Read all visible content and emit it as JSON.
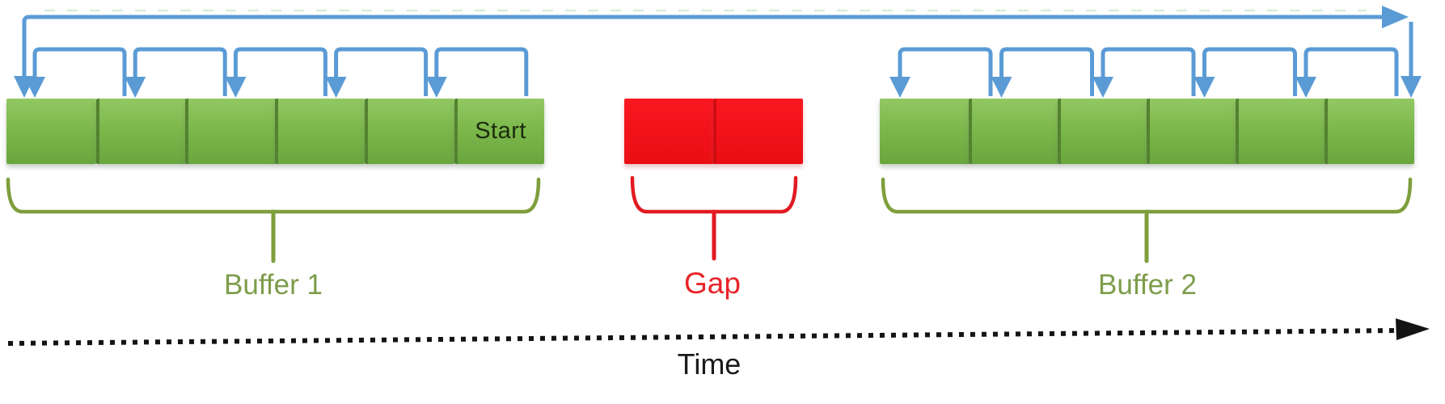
{
  "diagram": {
    "start_label": "Start",
    "buffer1": {
      "label": "Buffer 1",
      "blocks": 6
    },
    "gap": {
      "label": "Gap",
      "blocks": 2
    },
    "buffer2": {
      "label": "Buffer 2",
      "blocks": 6
    },
    "time_label": "Time",
    "colors": {
      "block_green_top": "#92c862",
      "block_green_bottom": "#69a63d",
      "block_seam_green": "#538230",
      "gap_red_top": "#fb1820",
      "gap_red_bottom": "#e90e13",
      "gap_seam_red": "#cf0c12",
      "arrow_blue": "#5b9bd5",
      "brace_green": "#7e9e3c",
      "brace_red": "#e11b22",
      "label_green": "#7d9d4b",
      "label_red": "#e8242b",
      "label_time": "#1a1a1a",
      "start_text": "#1b2c0e",
      "time_axis": "#141414",
      "faint_top_dash": "#b7dcb2"
    }
  }
}
